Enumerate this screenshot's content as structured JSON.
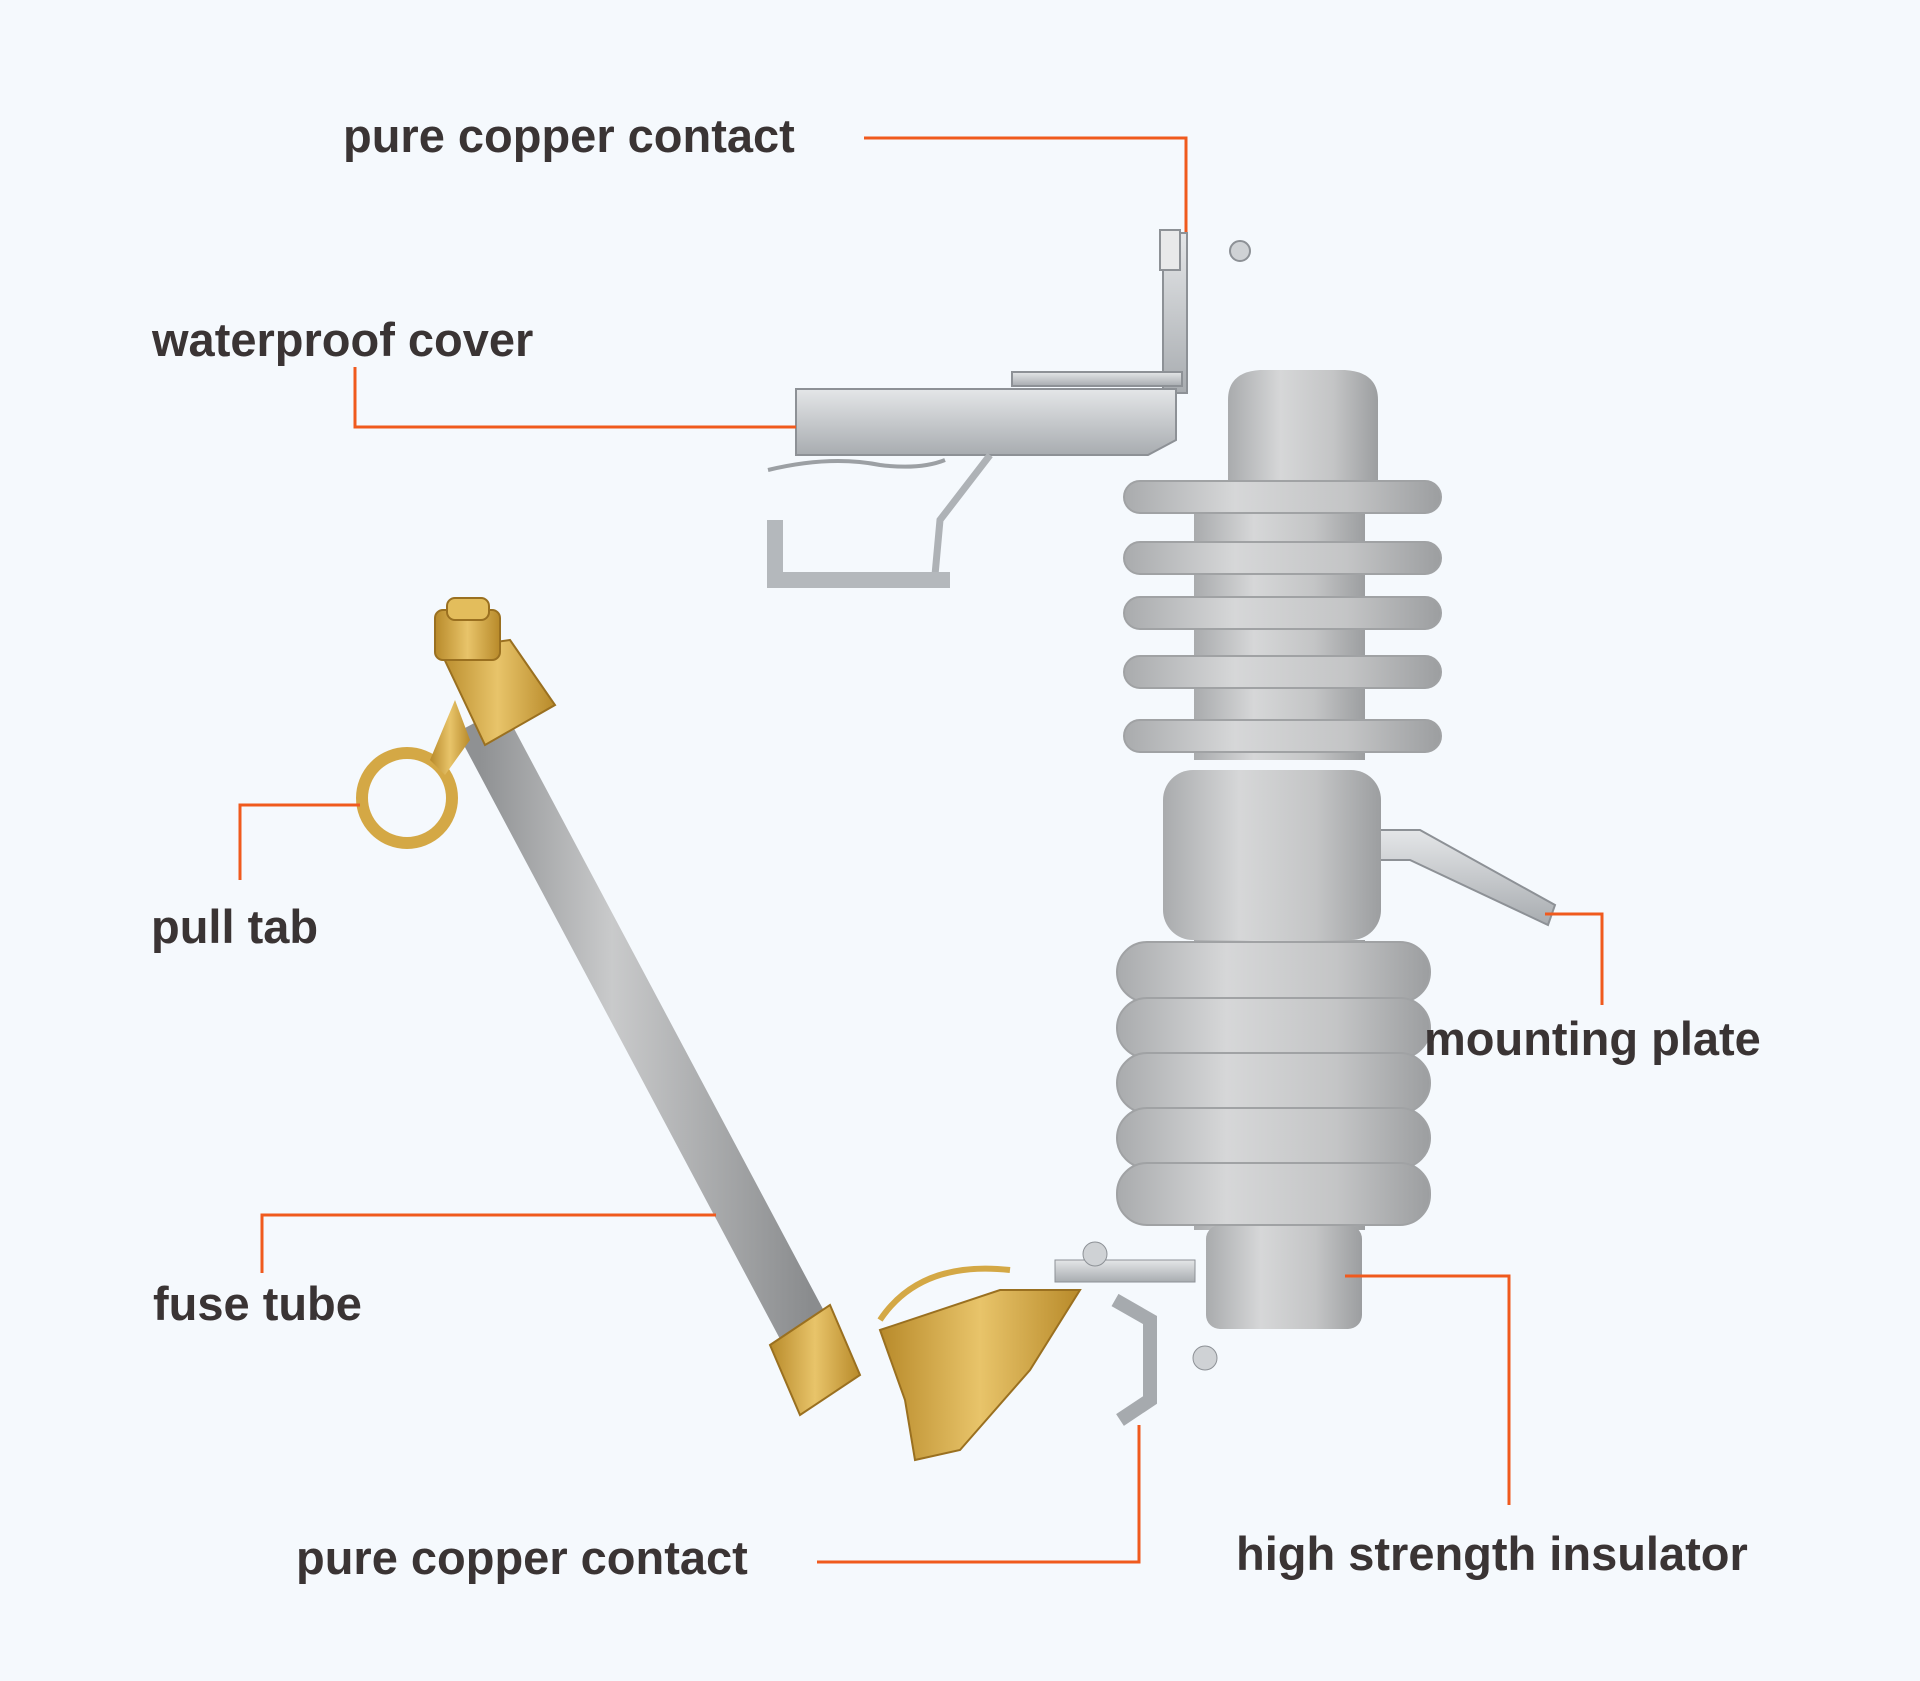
{
  "colors": {
    "background": "#f5f9fd",
    "leader_line": "#f05a1e",
    "label_text": "#3a3434",
    "porcelain": "#c9cacb",
    "brass": "#d4a845",
    "steel": "#b8bcc0"
  },
  "labels": {
    "top_contact": "pure copper contact",
    "waterproof_cover": "waterproof cover",
    "pull_tab": "pull tab",
    "fuse_tube": "fuse tube",
    "bottom_contact": "pure copper contact",
    "insulator": "high strength insulator",
    "mounting_plate": "mounting plate"
  }
}
